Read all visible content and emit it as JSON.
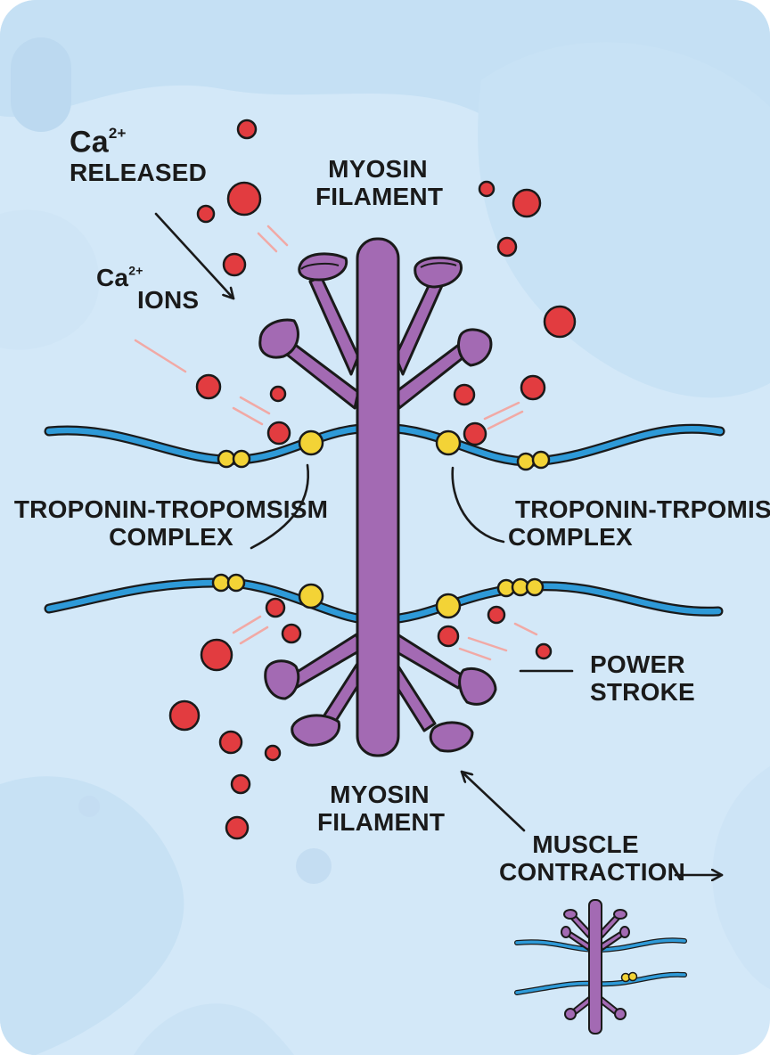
{
  "labels": {
    "ca_released": {
      "symbol": "Ca",
      "charge": "2+",
      "text": "RELEASED"
    },
    "ca_ions": {
      "symbol": "Ca",
      "charge": "2+",
      "text": "IONS"
    },
    "myosin_top": {
      "line1": "MYOSIN",
      "line2": "FILAMENT"
    },
    "myosin_bottom": {
      "line1": "MYOSIN",
      "line2": "FILAMENT"
    },
    "complex_left": {
      "line1": "TROPONIN-TROPOMSISM",
      "line2": "COMPLEX"
    },
    "complex_right": {
      "line1": "TROPONIN-TRPOMISIM",
      "line2": "COMPLEX"
    },
    "power_stroke": {
      "line1": "POWER",
      "line2": "STROKE"
    },
    "muscle_contraction": {
      "line1": "MUSCLE",
      "line2": "CONTRACTION"
    }
  },
  "colors": {
    "background": "#d3e8f8",
    "myosin": "#a36ab3",
    "actin": "#2e9ad8",
    "troponin": "#f3d336",
    "calcium": "#e23c40",
    "outline": "#1a1a1a"
  },
  "icons": [
    "arrow-icon",
    "calcium-ion-icon",
    "troponin-icon",
    "myosin-head-icon"
  ]
}
